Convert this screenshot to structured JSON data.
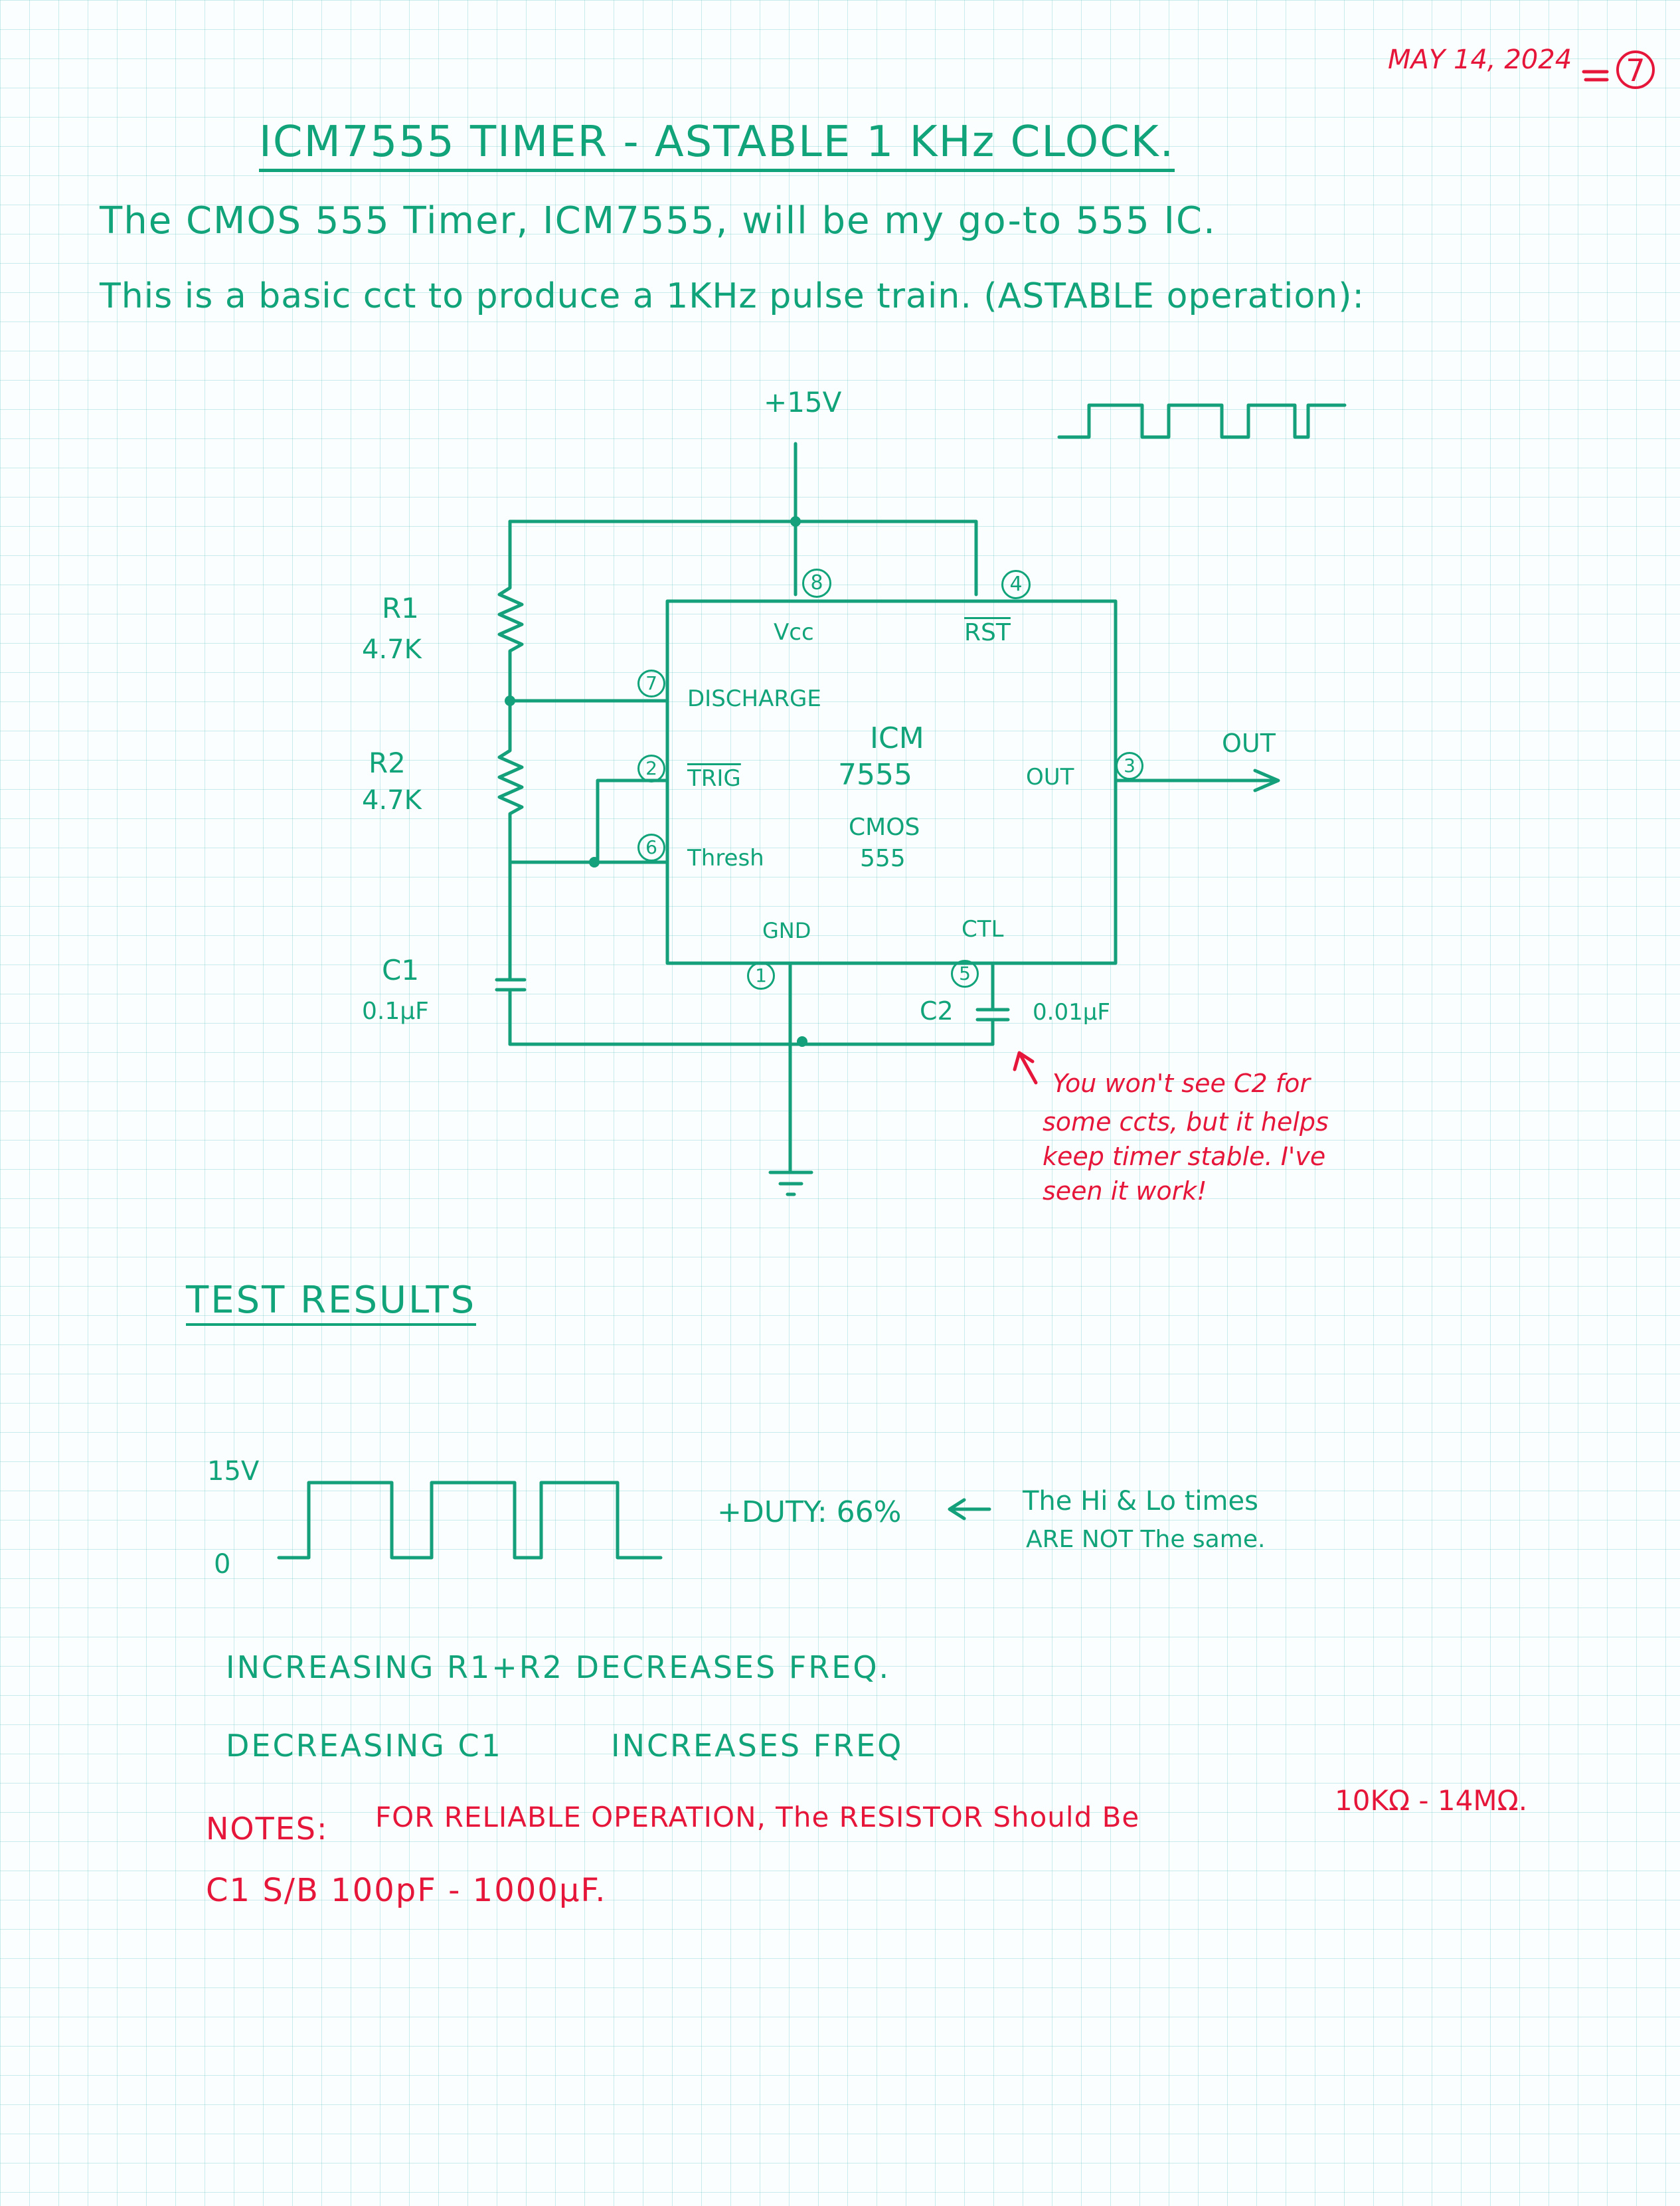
{
  "header": {
    "date": "MAY 14, 2024",
    "page_number": "7",
    "title": "ICM7555 TIMER - ASTABLE 1 KHz CLOCK."
  },
  "intro": {
    "line1": "The CMOS 555 Timer, ICM7555, will be my go-to 555 IC.",
    "line2": "This is a basic cct to produce a 1KHz pulse train. (ASTABLE operation):"
  },
  "schematic": {
    "supply": "+15V",
    "r1_name": "R1",
    "r1_value": "4.7K",
    "r2_name": "R2",
    "r2_value": "4.7K",
    "c1_name": "C1",
    "c1_value": "0.1µF",
    "c2_name": "C2",
    "c2_value": "0.01µF",
    "ic_name": [
      "ICM",
      "7555",
      "CMOS",
      "555"
    ],
    "pins": {
      "vcc": {
        "number": "8",
        "label": "Vcc"
      },
      "rst": {
        "number": "4",
        "label": "RST"
      },
      "discharge": {
        "number": "7",
        "label": "DISCHARGE"
      },
      "trig": {
        "number": "2",
        "label": "TRIG"
      },
      "thresh": {
        "number": "6",
        "label": "Thresh"
      },
      "out": {
        "number": "3",
        "label": "OUT"
      },
      "gnd": {
        "number": "1",
        "label": "GND"
      },
      "ctl": {
        "number": "5",
        "label": "CTL"
      }
    },
    "out_label": "OUT",
    "c2_note": [
      "You won't see C2 for",
      "some ccts, but it helps",
      "keep timer stable. I've",
      "seen it work!"
    ]
  },
  "test_results": {
    "heading": "TEST RESULTS",
    "y_high": "15V",
    "y_low": "0",
    "duty": "+DUTY: 66%",
    "duty_note": [
      "The Hi & Lo times",
      "ARE NOT The same."
    ]
  },
  "observations": {
    "line1": "INCREASING R1+R2 DECREASES FREQ.",
    "line2a": "DECREASING C1",
    "line2b": "INCREASES FREQ"
  },
  "notes": {
    "line1a": "NOTES:",
    "line1b": "FOR RELIABLE OPERATION, The RESISTOR Should Be",
    "line1c": "10KΩ - 14MΩ.",
    "line2": "C1 S/B 100pF - 1000µF."
  },
  "colors": {
    "ink_green": "#11a37a",
    "ink_red": "#e6163a",
    "grid": "#6ec8c8"
  }
}
